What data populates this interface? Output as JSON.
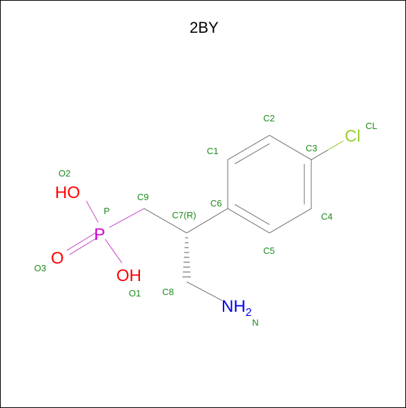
{
  "title": "2BY",
  "colors": {
    "carbon_label": "#1a8a1a",
    "oxygen": "#ff0000",
    "phosphorus": "#cc00cc",
    "nitrogen": "#0000ee",
    "chlorine": "#99cc33",
    "bond": "#7a7a7a"
  },
  "atoms": {
    "HO_top": "HO",
    "O_double": "O",
    "OH_bottom": "OH",
    "P": "P",
    "N": "NH",
    "N_sub": "2",
    "Cl": "Cl"
  },
  "labels": {
    "O2": "O2",
    "O3": "O3",
    "O1": "O1",
    "P": "P",
    "C9": "C9",
    "C7": "C7(R)",
    "C8": "C8",
    "C6": "C6",
    "C1": "C1",
    "C2": "C2",
    "C3": "C3",
    "C4": "C4",
    "C5": "C5",
    "CL": "CL",
    "N": "N"
  }
}
